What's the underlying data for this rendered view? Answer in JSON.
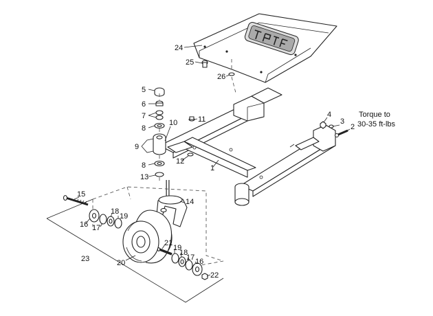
{
  "callouts": {
    "c1": "1",
    "c2": "2",
    "c3": "3",
    "c4": "4",
    "c5": "5",
    "c6": "6",
    "c7": "7",
    "c8a": "8",
    "c8b": "8",
    "c9": "9",
    "c10": "10",
    "c11": "11",
    "c12": "12",
    "c13": "13",
    "c14": "14",
    "c15": "15",
    "c16a": "16",
    "c16b": "16",
    "c17a": "17",
    "c17b": "17",
    "c18a": "18",
    "c18b": "18",
    "c19a": "19",
    "c19b": "19",
    "c20": "20",
    "c21": "21",
    "c22": "22",
    "c23": "23",
    "c24": "24",
    "c25": "25",
    "c26": "26"
  },
  "note": {
    "line1": "Torque to",
    "line2": "30-35 ft-lbs"
  },
  "icons": {
    "cover_logo": "cover-logo-emblem"
  }
}
